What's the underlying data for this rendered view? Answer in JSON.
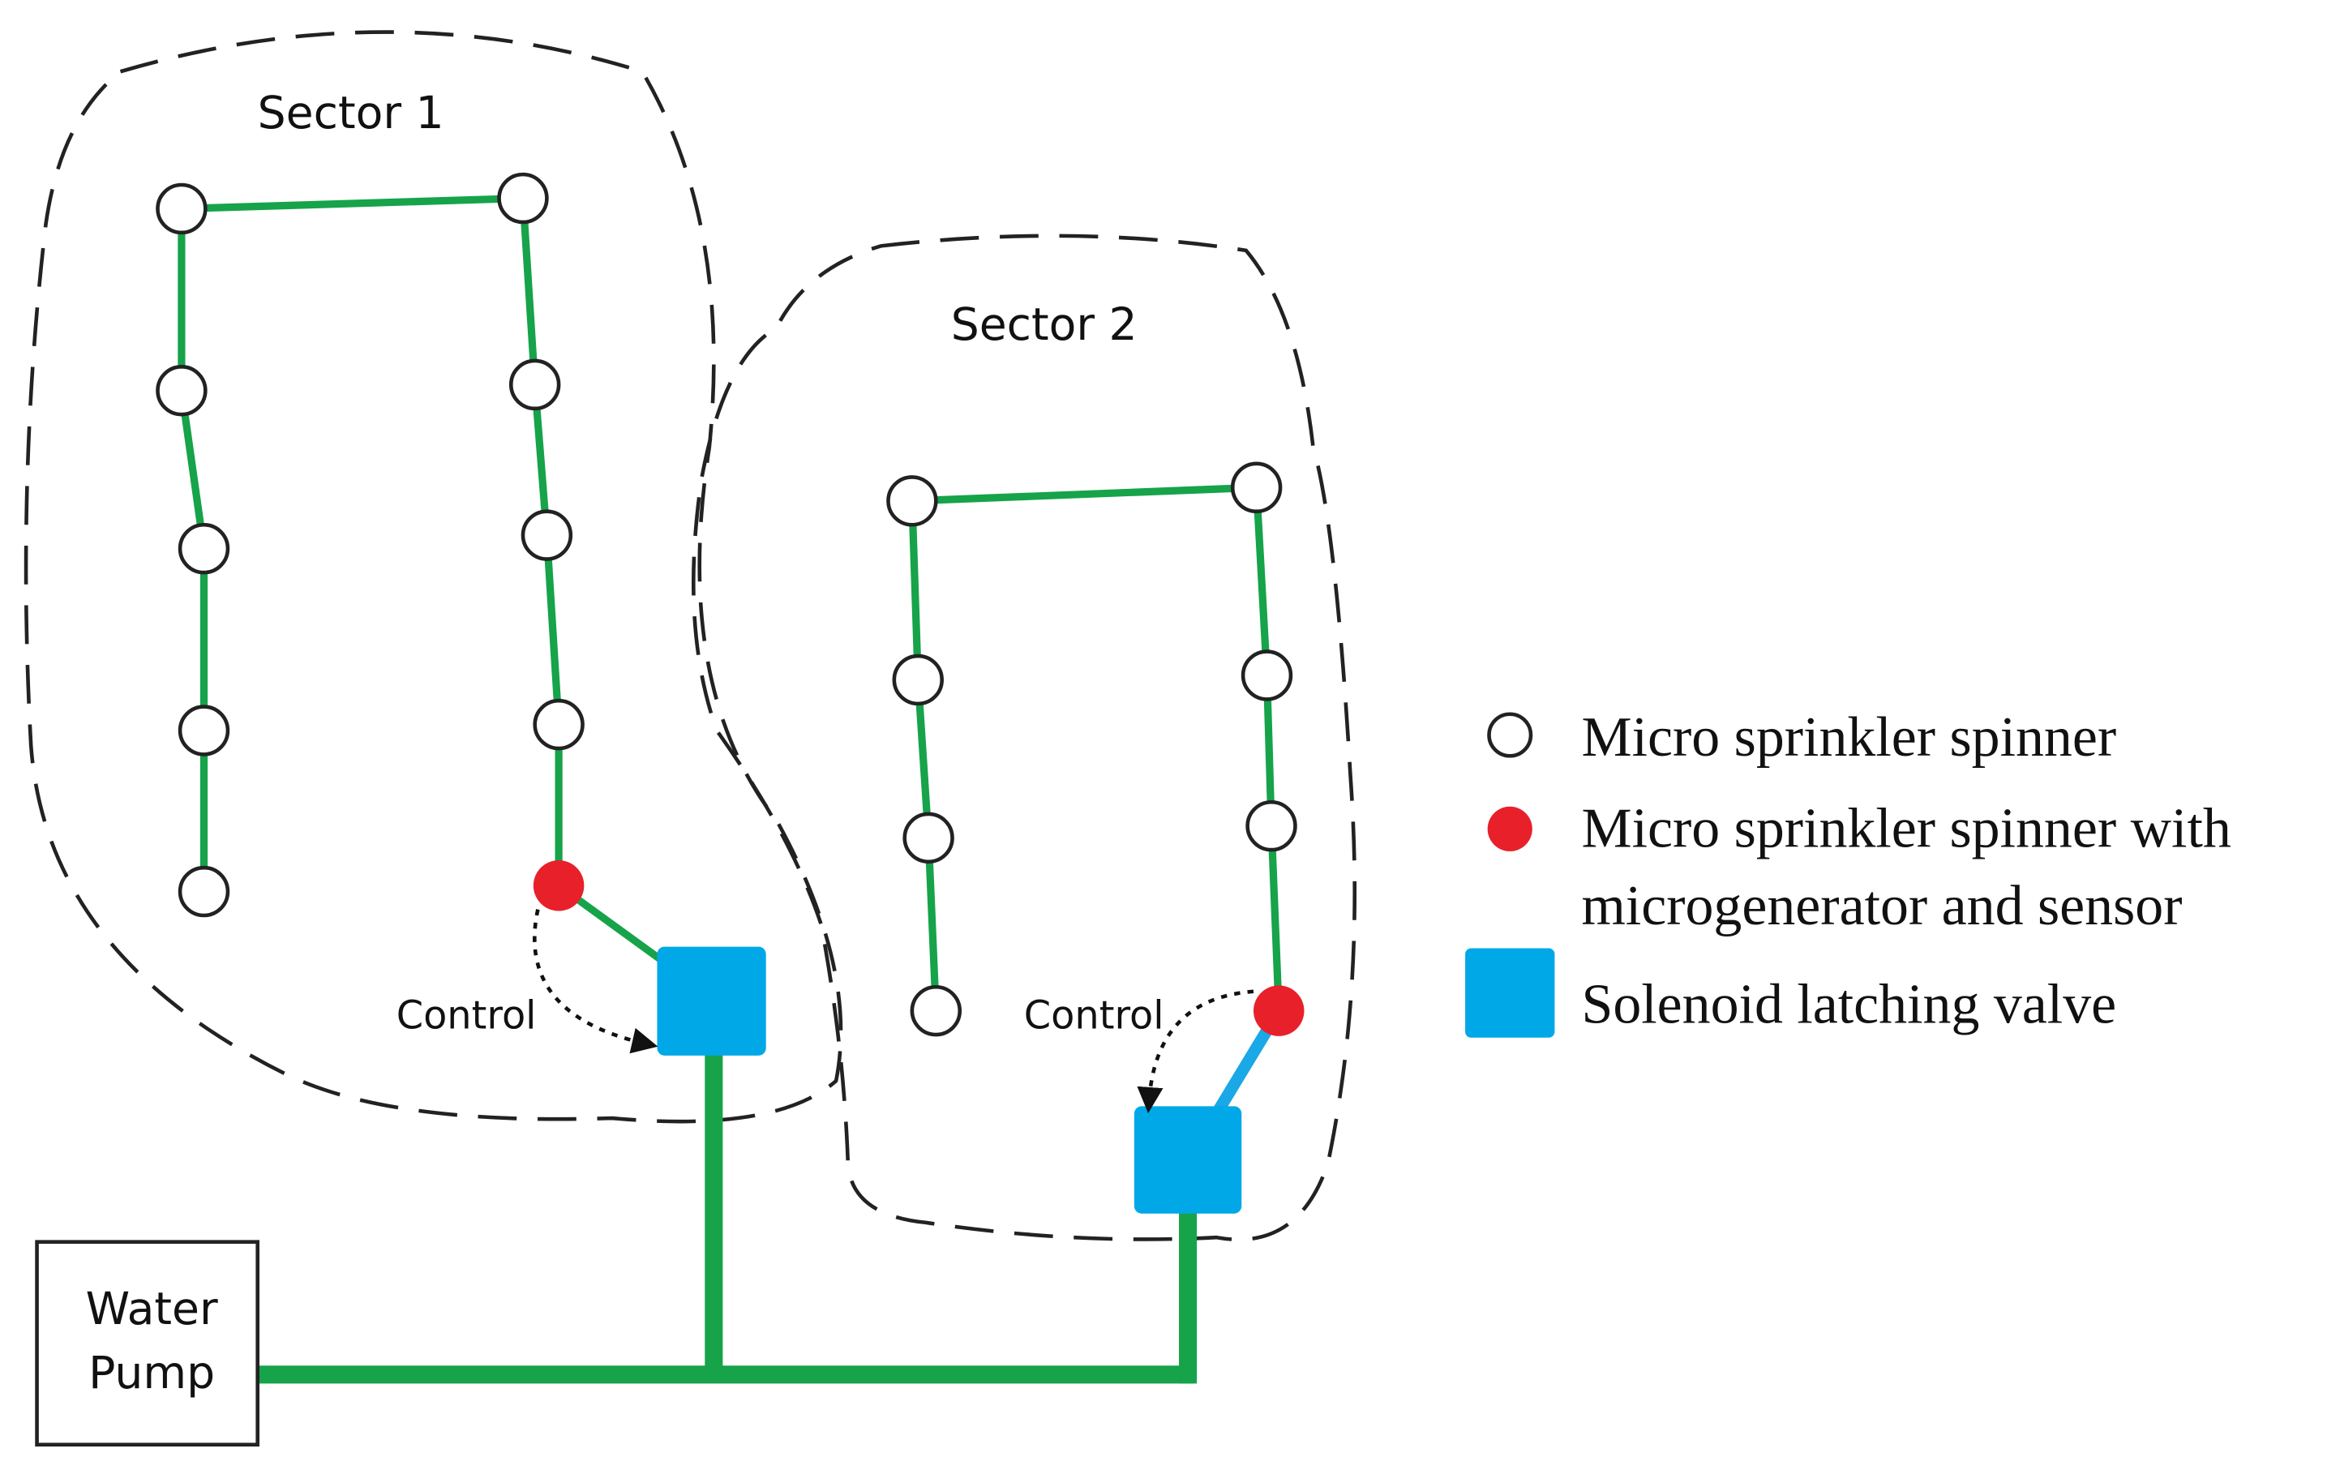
{
  "sectors": [
    {
      "label": "Sector 1"
    },
    {
      "label": "Sector 2"
    }
  ],
  "control_labels": [
    "Control",
    "Control"
  ],
  "pump": {
    "line1": "Water",
    "line2": "Pump"
  },
  "legend": [
    {
      "icon": "white-circle",
      "lines": [
        "Micro sprinkler spinner"
      ]
    },
    {
      "icon": "red-circle",
      "lines": [
        "Micro sprinkler spinner with",
        "microgenerator and sensor"
      ]
    },
    {
      "icon": "blue-square",
      "lines": [
        "Solenoid latching valve"
      ]
    }
  ],
  "colors": {
    "pipe": "#16a34a",
    "valve_pipe": "#1aa8e6",
    "sensor": "#e8202a",
    "valve": "#00a8e8",
    "outline": "#222222"
  }
}
